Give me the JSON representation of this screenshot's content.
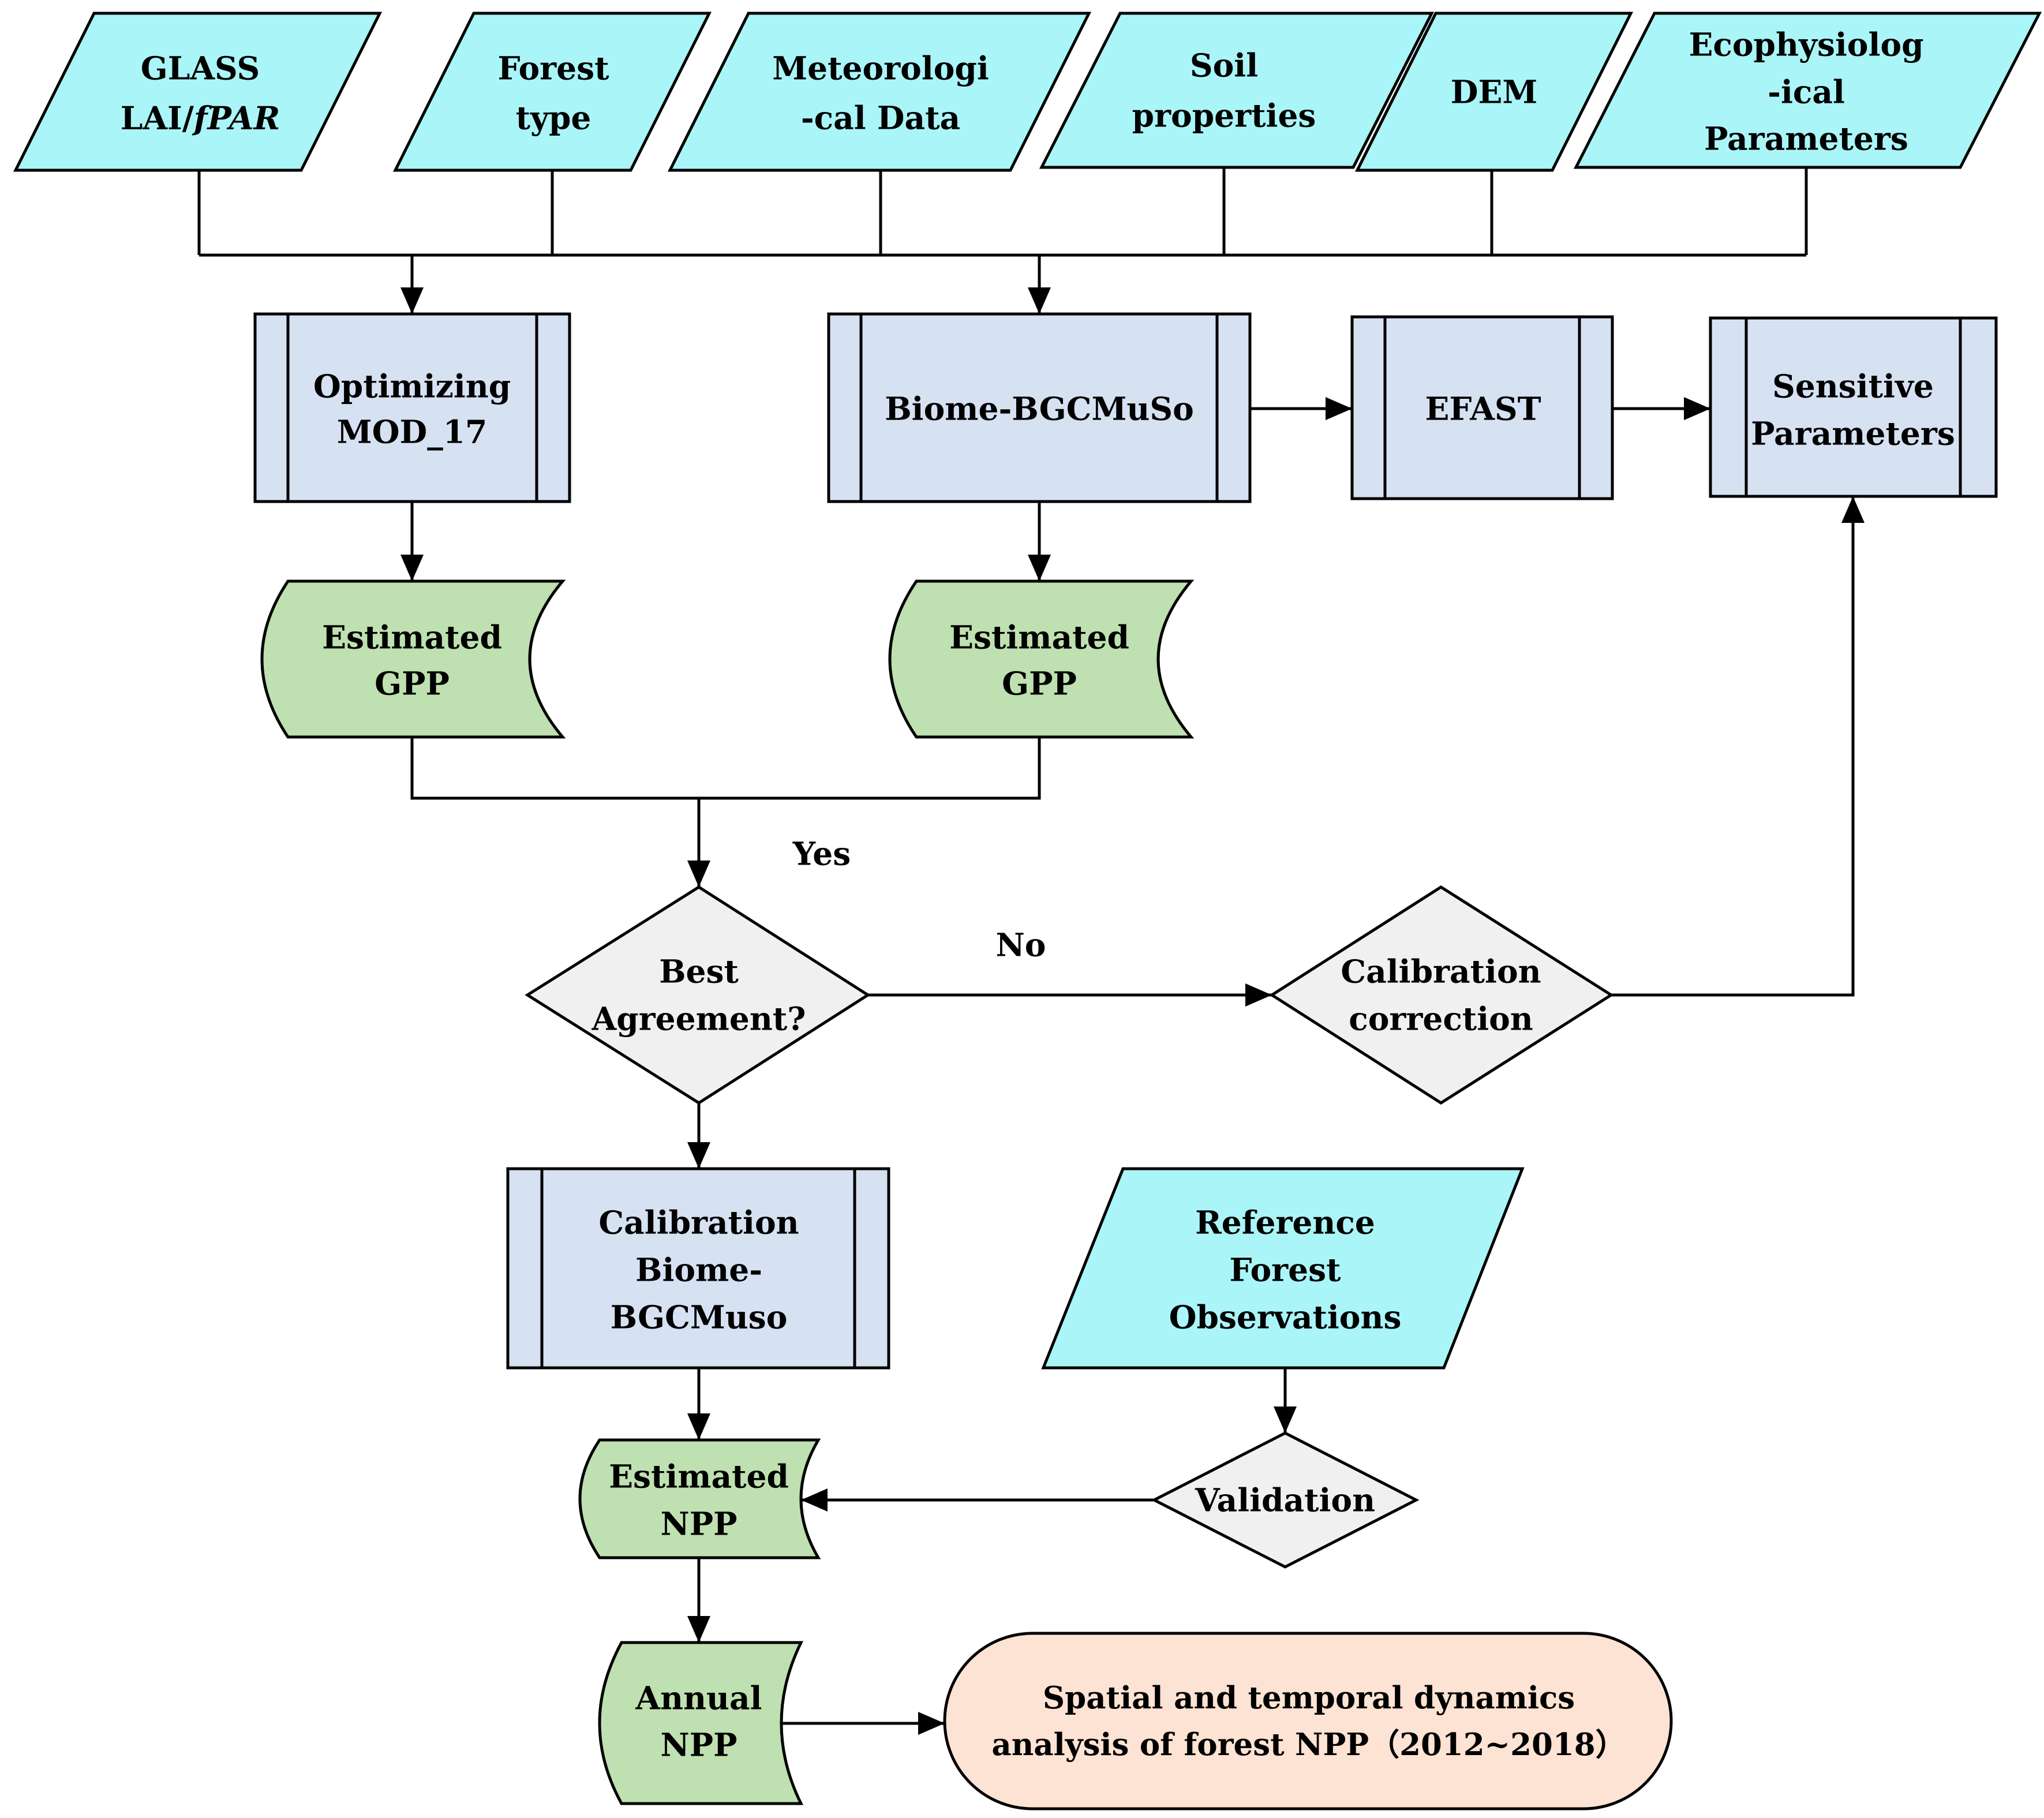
{
  "colors": {
    "input": "#aaf5f7",
    "process": "#d6e1f2",
    "data": "#bfe0b0",
    "decision": "#f0f0f0",
    "terminal": "#fde3d3"
  },
  "inputs": {
    "glass": {
      "line1": "GLASS",
      "line2_prefix": "LAI/",
      "line2_italic": "fPAR"
    },
    "forest_type": {
      "line1": "Forest",
      "line2": "type"
    },
    "meteorological": {
      "line1": "Meteorologi",
      "line2": "-cal Data"
    },
    "soil": {
      "line1": "Soil",
      "line2": "properties"
    },
    "dem": {
      "line1": "DEM"
    },
    "ecophysiological": {
      "line1": "Ecophysiolog",
      "line2": "-ical",
      "line3": "Parameters"
    },
    "reference": {
      "line1": "Reference",
      "line2": "Forest",
      "line3": "Observations"
    }
  },
  "processes": {
    "optimizing": {
      "line1": "Optimizing",
      "line2": "MOD_17"
    },
    "biome": {
      "line1": "Biome-BGCMuSo"
    },
    "efast": {
      "line1": "EFAST"
    },
    "sensitive": {
      "line1": "Sensitive",
      "line2": "Parameters"
    },
    "calibration_biome": {
      "line1": "Calibration",
      "line2": "Biome-",
      "line3": "BGCMuso"
    }
  },
  "data_nodes": {
    "gpp_mod17": {
      "line1": "Estimated",
      "line2": "GPP"
    },
    "gpp_biome": {
      "line1": "Estimated",
      "line2": "GPP"
    },
    "npp": {
      "line1": "Estimated",
      "line2": "NPP"
    },
    "annual_npp": {
      "line1": "Annual",
      "line2": "NPP"
    }
  },
  "decisions": {
    "best_agreement": {
      "line1": "Best",
      "line2": "Agreement?"
    },
    "calibration_correction": {
      "line1": "Calibration",
      "line2": "correction"
    },
    "validation": {
      "line1": "Validation"
    }
  },
  "terminal": {
    "line1": "Spatial and temporal dynamics",
    "line2": "analysis of forest NPP（2012~2018）"
  },
  "edge_labels": {
    "yes": "Yes",
    "no": "No"
  }
}
